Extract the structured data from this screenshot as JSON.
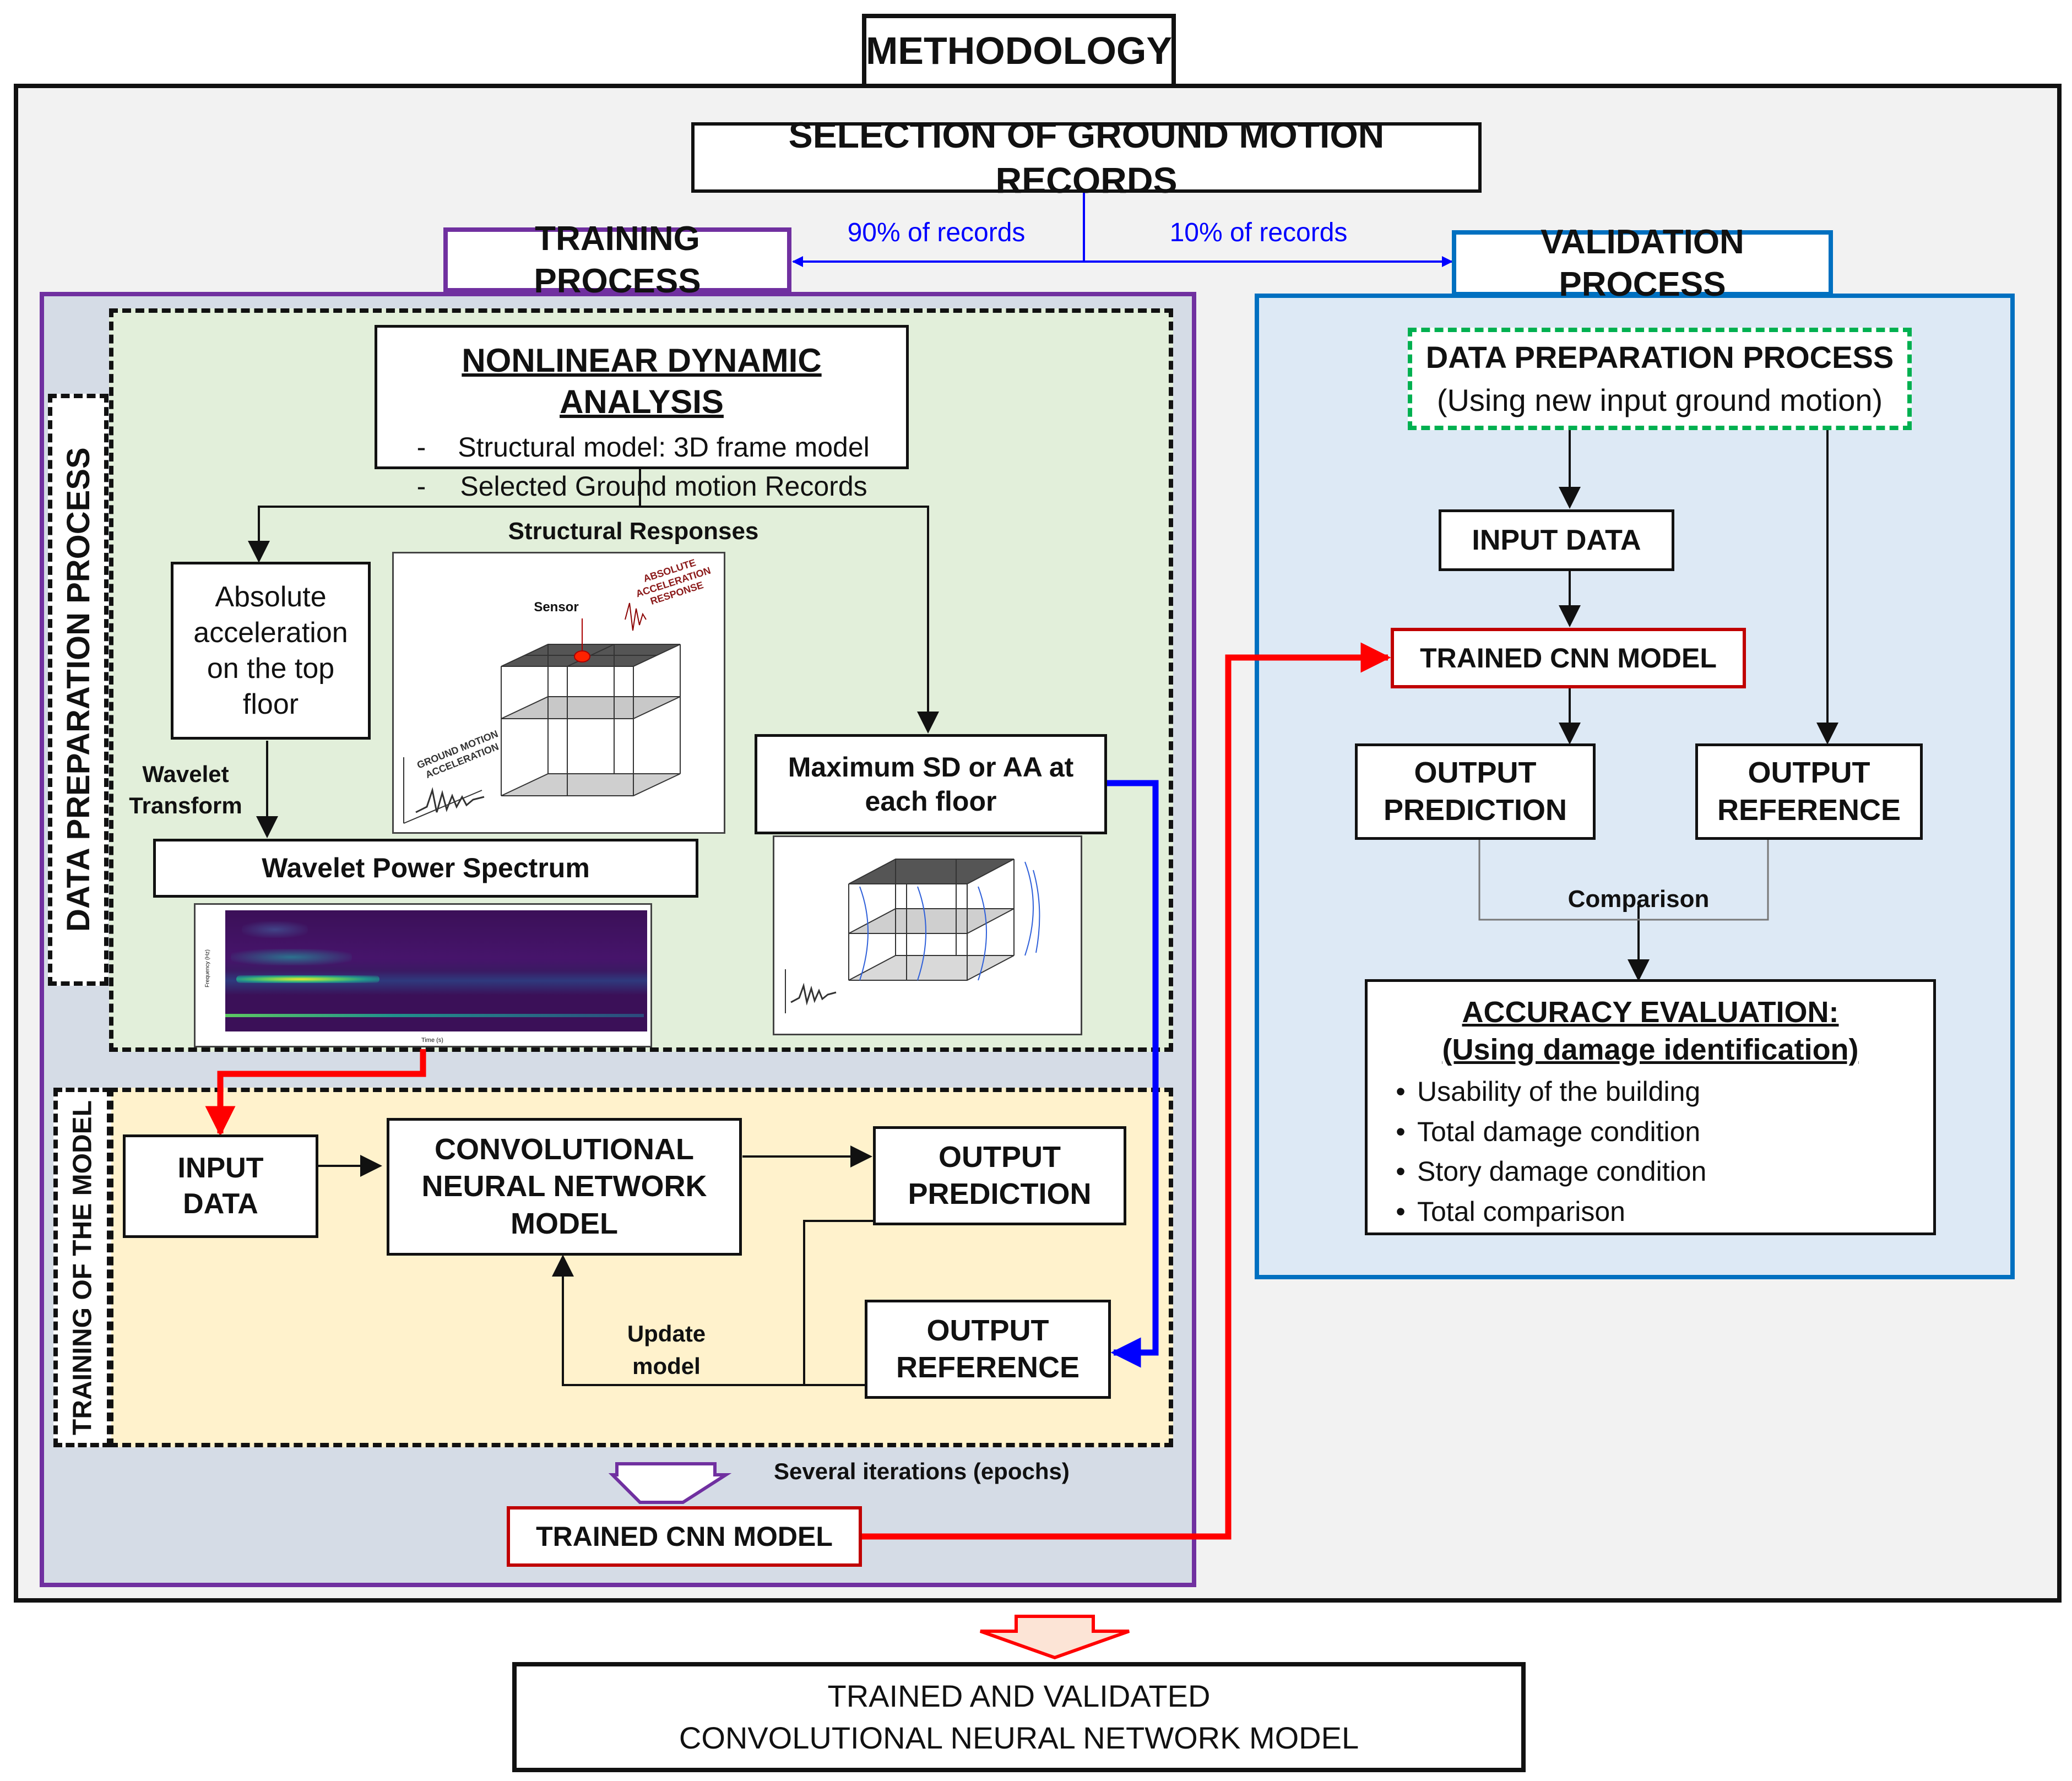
{
  "title": "METHODOLOGY",
  "selection": "SELECTION OF GROUND MOTION RECORDS",
  "split": {
    "training_pct": "90% of records",
    "validation_pct": "10% of records"
  },
  "training": {
    "header": "TRAINING PROCESS",
    "data_prep_label": "DATA PREPARATION PROCESS",
    "nda": {
      "title": "NONLINEAR DYNAMIC ANALYSIS",
      "items": [
        "Structural model: 3D frame model",
        "Selected Ground motion Records"
      ],
      "bullet": "-"
    },
    "structural_responses": "Structural Responses",
    "abs_accel": [
      "Absolute",
      "acceleration",
      "on the top",
      "floor"
    ],
    "wavelet_transform": [
      "Wavelet",
      "Transform"
    ],
    "wps": "Wavelet Power Spectrum",
    "max_sd": [
      "Maximum SD or AA at",
      "each floor"
    ],
    "building_labels": {
      "sensor": "Sensor",
      "abs_resp": [
        "ABSOLUTE",
        "ACCELERATION",
        "RESPONSE"
      ],
      "gm": [
        "GROUND MOTION",
        "ACCELERATION"
      ]
    },
    "spectrum_axes": {
      "y": "Frequency (Hz)",
      "x": "Time (s)"
    },
    "training_label": "TRAINING OF THE MODEL",
    "input_data": [
      "INPUT",
      "DATA"
    ],
    "cnn": [
      "CONVOLUTIONAL",
      "NEURAL NETWORK",
      "MODEL"
    ],
    "output_prediction": [
      "OUTPUT",
      "PREDICTION"
    ],
    "output_reference": [
      "OUTPUT",
      "REFERENCE"
    ],
    "update_model": [
      "Update",
      "model"
    ],
    "iterations": "Several iterations (epochs)",
    "trained_cnn": "TRAINED CNN MODEL"
  },
  "validation": {
    "header": "VALIDATION PROCESS",
    "dpp_title": "DATA PREPARATION PROCESS",
    "dpp_sub": "(Using new input ground motion)",
    "input_data": "INPUT DATA",
    "trained_cnn": "TRAINED CNN MODEL",
    "output_prediction": [
      "OUTPUT",
      "PREDICTION"
    ],
    "output_reference": [
      "OUTPUT",
      "REFERENCE"
    ],
    "comparison": "Comparison",
    "accuracy_title": "ACCURACY EVALUATION:",
    "accuracy_sub": "(Using damage identification)",
    "accuracy_items": [
      "Usability of the building",
      "Total damage condition",
      "Story damage condition",
      "Total comparison"
    ],
    "bullet": "•"
  },
  "final": [
    "TRAINED AND VALIDATED",
    "CONVOLUTIONAL NEURAL NETWORK MODEL"
  ],
  "colors": {
    "training_border": "#7030a0",
    "validation_border": "#0070c0",
    "red": "#ff0000",
    "blue": "#0000ff",
    "green_dash": "#00b050",
    "crimson": "#c00000"
  }
}
